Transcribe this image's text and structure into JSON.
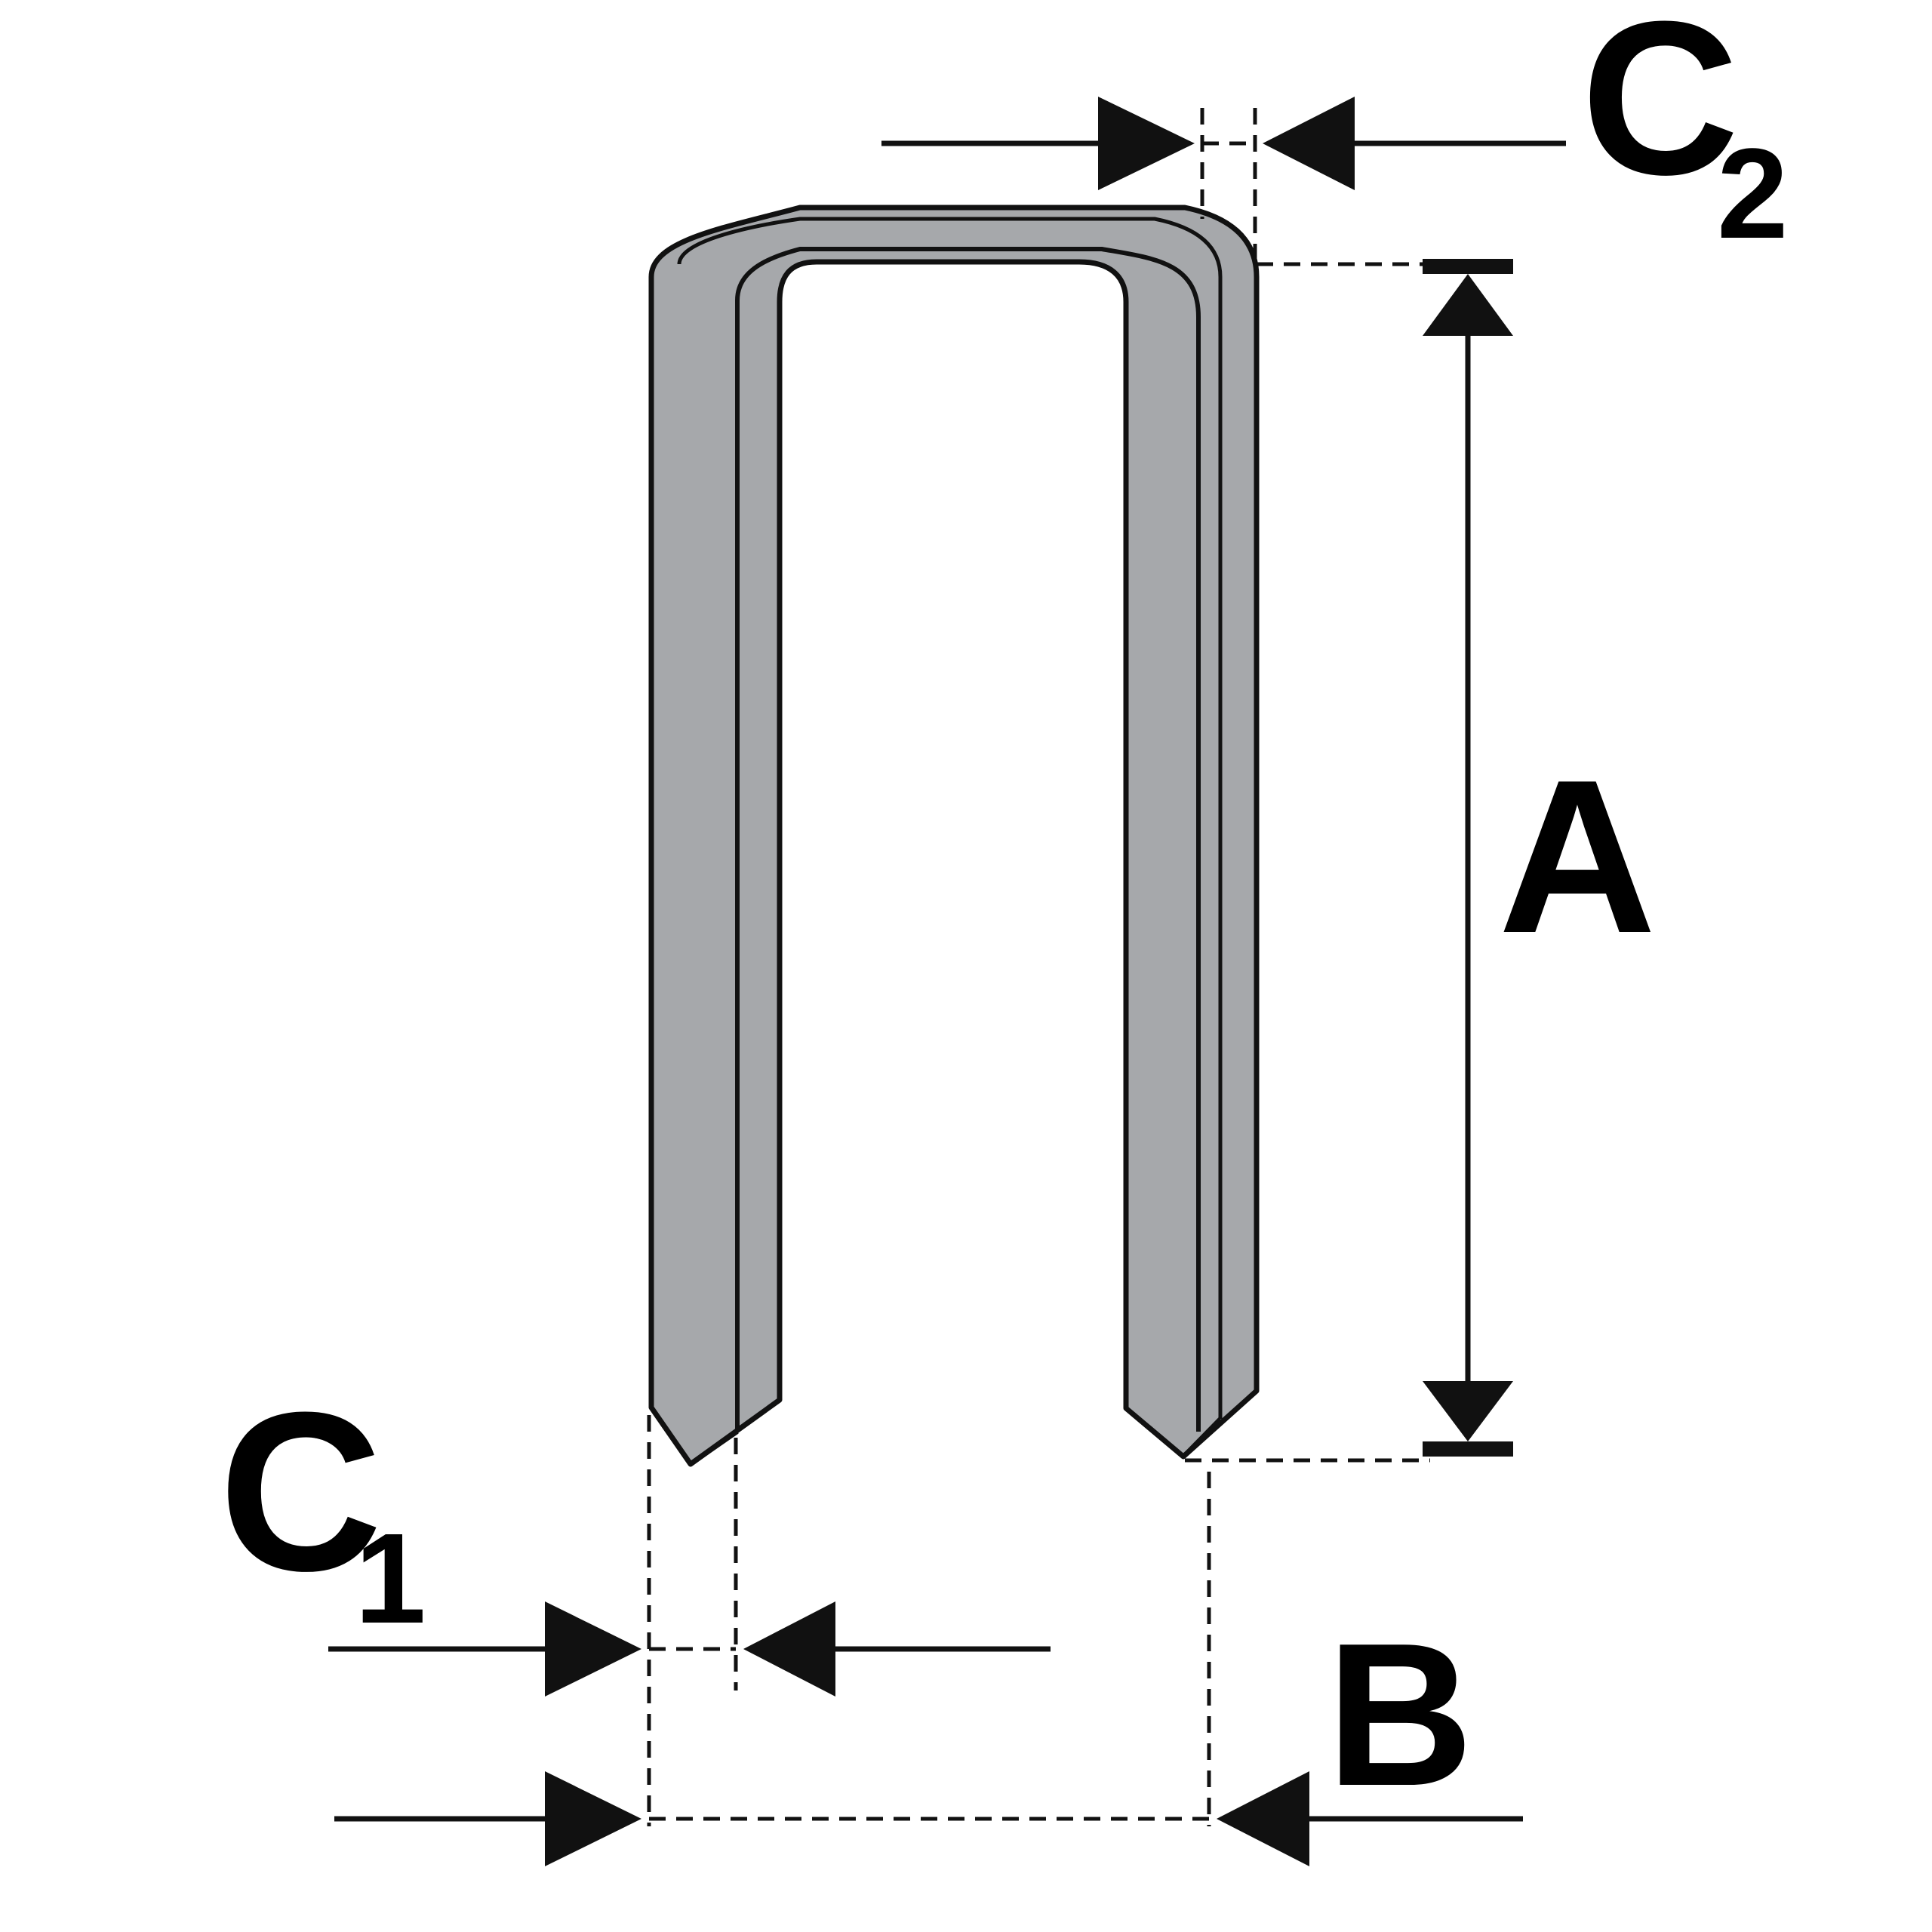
{
  "labels": {
    "A": "A",
    "B": "B",
    "C1": {
      "base": "C",
      "sub": "1"
    },
    "C2": {
      "base": "C",
      "sub": "2"
    }
  },
  "colors": {
    "background": "#ffffff",
    "staple_fill": "#a6a8ab",
    "outline": "#111111",
    "lines": "#111111"
  },
  "icons": {
    "dimension_arrow": "arrowhead-icon",
    "staple": "staple-icon"
  }
}
